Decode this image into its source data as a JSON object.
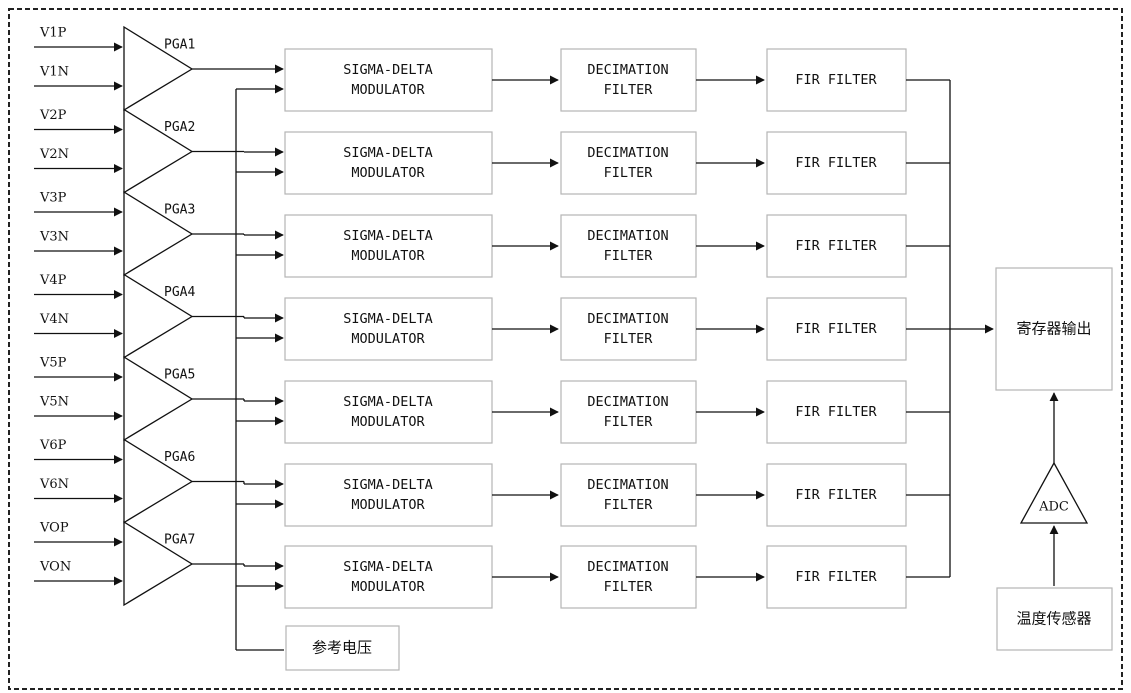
{
  "inputs": [
    "V1P",
    "V1N",
    "V2P",
    "V2N",
    "V3P",
    "V3N",
    "V4P",
    "V4N",
    "V5P",
    "V5N",
    "V6P",
    "V6N",
    "VOP",
    "VON"
  ],
  "pgas": [
    "PGA1",
    "PGA2",
    "PGA3",
    "PGA4",
    "PGA5",
    "PGA6",
    "PGA7"
  ],
  "modulator": {
    "line1": "SIGMA-DELTA",
    "line2": "MODULATOR"
  },
  "decimation": {
    "line1": "DECIMATION",
    "line2": "FILTER"
  },
  "fir": "FIR FILTER",
  "register_output": "寄存器输出",
  "adc": "ADC",
  "temp_sensor": "温度传感器",
  "reference_voltage": "参考电压",
  "colors": {
    "line": "#111111",
    "box_border": "#b5b5b5",
    "background": "#ffffff"
  }
}
